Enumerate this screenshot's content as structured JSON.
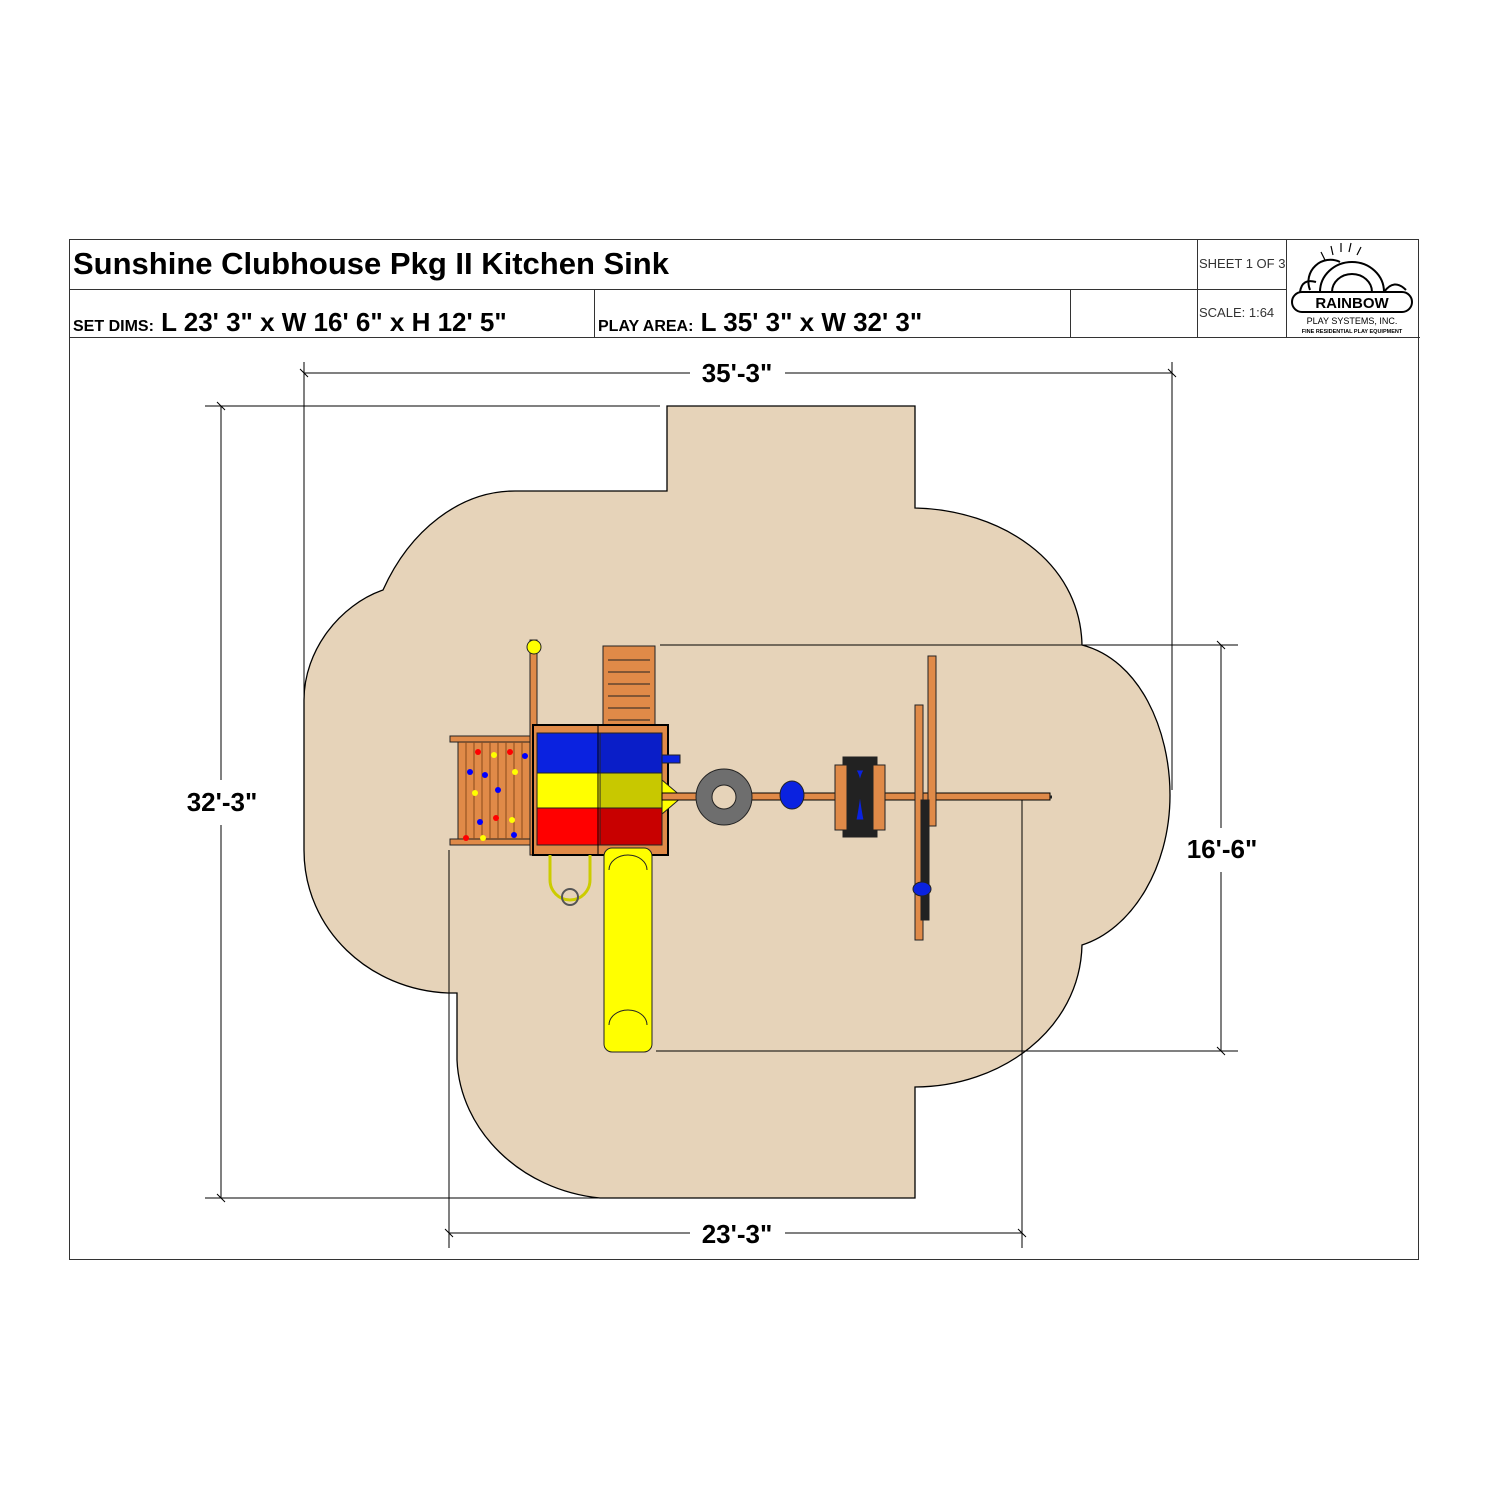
{
  "title_block": {
    "title": "Sunshine Clubhouse Pkg II Kitchen Sink",
    "set_dims_label": "SET DIMS:",
    "set_dims_value": "L 23' 3\" x W 16' 6\" x H 12' 5\"",
    "play_area_label": "PLAY AREA:",
    "play_area_value": "L 35' 3\" x W 32' 3\"",
    "sheet": "SHEET 1 OF 3",
    "scale": "SCALE: 1:64",
    "logo": {
      "name": "RAINBOW",
      "sub": "PLAY SYSTEMS, INC.",
      "tagline": "FINE RESIDENTIAL PLAY EQUIPMENT"
    }
  },
  "dimensions": {
    "play_area_length": "35'-3\"",
    "play_area_width": "32'-3\"",
    "set_width": "16'-6\"",
    "set_length": "23'-3\""
  },
  "colors": {
    "play_area": "#e6d3b9",
    "wood": "#e08a48",
    "blue": "#0a22e0",
    "yellow": "#ffff00",
    "red": "#ff0000",
    "tire": "#6e6e6e"
  }
}
